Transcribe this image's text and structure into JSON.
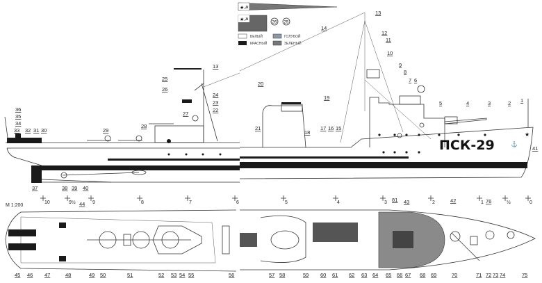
{
  "title_hull_number": "ПСК-29",
  "scale_label": "М 1:200",
  "legend": [
    {
      "label": "БЕЛЫЙ",
      "color": "#ffffff"
    },
    {
      "label": "ГОЛУБОЙ",
      "color": "#8a9aa8"
    },
    {
      "label": "КРАСНЫЙ",
      "color": "#1a1a1a"
    },
    {
      "label": "ЗЕЛЕНЫЙ",
      "color": "#777777"
    }
  ],
  "flag_refs": [
    "26",
    "25"
  ],
  "frame_ticks": {
    "aft": [
      "10",
      "9½",
      "9",
      "8",
      "7",
      "6"
    ],
    "fwd": [
      "5",
      "4",
      "3",
      "2",
      "1",
      "½",
      "0"
    ]
  },
  "callouts": {
    "side_aft": [
      "36",
      "35",
      "34",
      "33",
      "32",
      "31",
      "30",
      "29",
      "28",
      "27",
      "26",
      "25",
      "13",
      "24",
      "23",
      "22",
      "37",
      "38",
      "39",
      "40"
    ],
    "side_fwd": [
      "13",
      "14",
      "12",
      "11",
      "10",
      "9",
      "8",
      "7",
      "6",
      "20",
      "19",
      "5",
      "4",
      "3",
      "2",
      "1",
      "21",
      "18",
      "17",
      "16",
      "15",
      "41"
    ],
    "plan_aft": [
      "44",
      "45",
      "46",
      "47",
      "48",
      "49",
      "50",
      "51",
      "52",
      "53",
      "54",
      "55",
      "56"
    ],
    "plan_fwd": [
      "81",
      "43",
      "42",
      "76",
      "57",
      "58",
      "59",
      "60",
      "61",
      "62",
      "63",
      "64",
      "65",
      "66",
      "67",
      "68",
      "69",
      "70",
      "71",
      "72",
      "73",
      "74",
      "75"
    ]
  }
}
